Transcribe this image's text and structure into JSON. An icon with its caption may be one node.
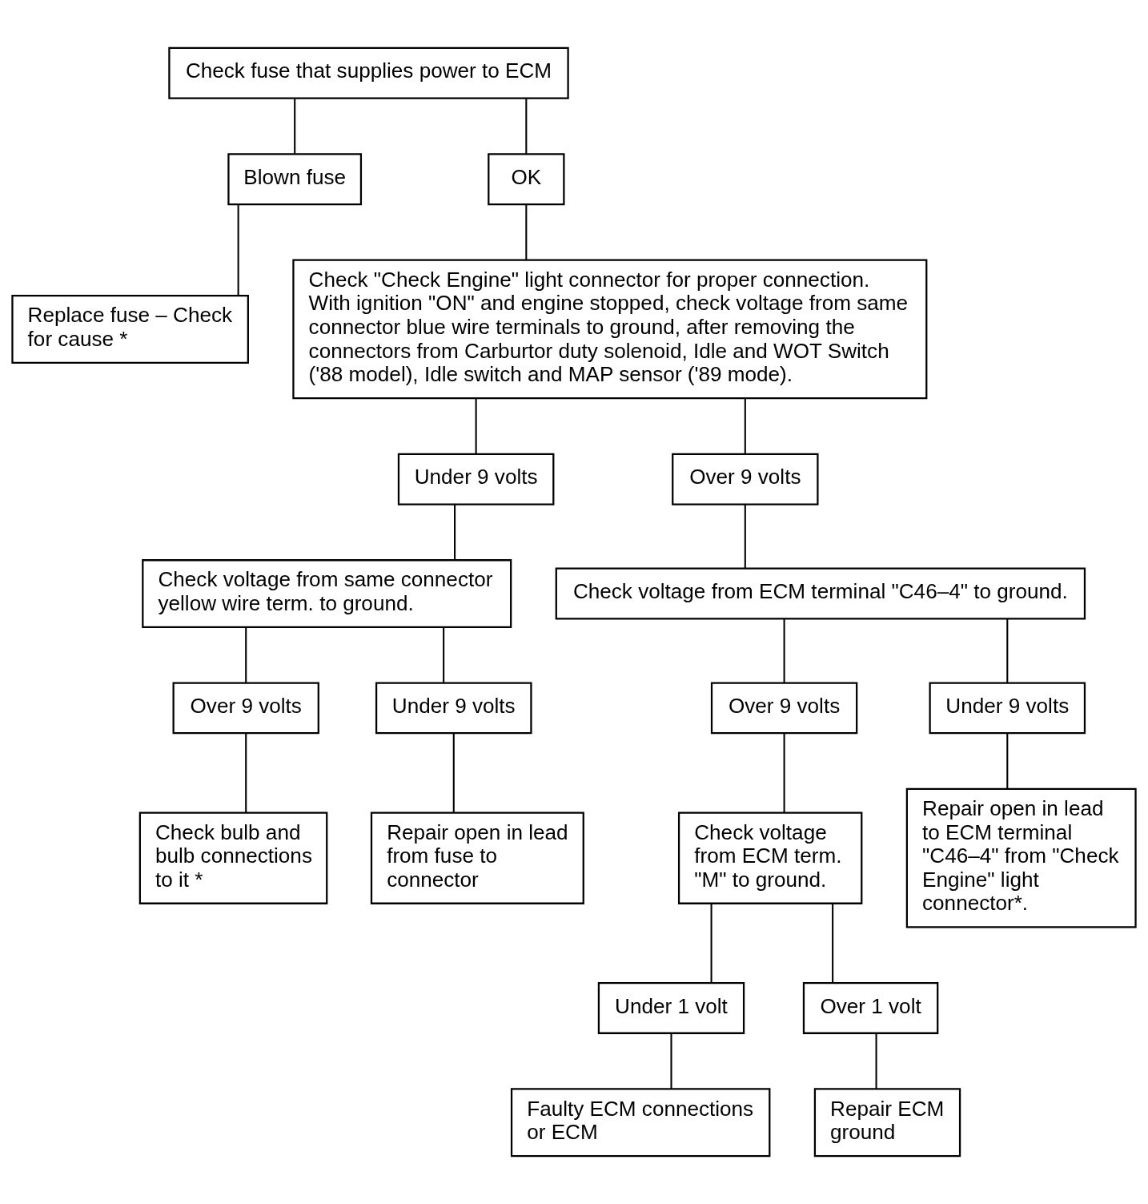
{
  "diagram": {
    "nodes": [
      {
        "text": [
          "Check fuse that supplies power to ECM"
        ]
      },
      {
        "text": [
          "Blown fuse"
        ]
      },
      {
        "text": [
          "OK"
        ]
      },
      {
        "text": [
          "Replace fuse – Check for cause *"
        ]
      },
      {
        "text": [
          "Check \"Check Engine\" light connector for proper connection. With ignition \"ON\" and engine stopped, check voltage from same connector blue wire terminals to ground, after removing the connectors from Carburtor duty solenoid, Idle and WOT Switch ('88 model), Idle switch and MAP sensor ('89 mode)."
        ]
      },
      {
        "text": [
          "Under 9 volts"
        ]
      },
      {
        "text": [
          "Over 9 volts"
        ]
      },
      {
        "text": [
          "Check voltage from same connector yellow wire term. to ground."
        ]
      },
      {
        "text": [
          "Check voltage from ECM terminal \"C46–4\" to ground."
        ]
      },
      {
        "text": [
          "Over 9 volts"
        ]
      },
      {
        "text": [
          "Under 9 volts"
        ]
      },
      {
        "text": [
          "Over 9 volts"
        ]
      },
      {
        "text": [
          "Under 9 volts"
        ]
      },
      {
        "text": [
          "Check bulb and bulb connections to it *"
        ]
      },
      {
        "text": [
          "Repair open in lead from fuse to connector"
        ]
      },
      {
        "text": [
          "Check voltage from ECM term. \"M\" to ground."
        ]
      },
      {
        "text": [
          "Repair open in lead to ECM terminal \"C46–4\" from \"Check Engine\" light connector*."
        ]
      },
      {
        "text": [
          "Under 1 volt"
        ]
      },
      {
        "text": [
          "Over 1 volt"
        ]
      },
      {
        "text": [
          "Faulty ECM connections or ECM"
        ]
      },
      {
        "text": [
          "Repair ECM ground"
        ]
      }
    ],
    "edges": [
      {
        "from": 0,
        "to": 1,
        "arrow": "none"
      },
      {
        "from": 0,
        "to": 2,
        "arrow": "none"
      },
      {
        "from": 1,
        "to": 3,
        "arrow": "none"
      },
      {
        "from": 2,
        "to": 4,
        "arrow": "none"
      },
      {
        "from": 4,
        "to": 5,
        "arrow": "none"
      },
      {
        "from": 4,
        "to": 6,
        "arrow": "none"
      },
      {
        "from": 5,
        "to": 7,
        "arrow": "none"
      },
      {
        "from": 6,
        "to": 8,
        "arrow": "none"
      },
      {
        "from": 7,
        "to": 9,
        "arrow": "none"
      },
      {
        "from": 7,
        "to": 10,
        "arrow": "none"
      },
      {
        "from": 8,
        "to": 11,
        "arrow": "none"
      },
      {
        "from": 8,
        "to": 12,
        "arrow": "none"
      },
      {
        "from": 9,
        "to": 13,
        "arrow": "none"
      },
      {
        "from": 10,
        "to": 14,
        "arrow": "none"
      },
      {
        "from": 11,
        "to": 15,
        "arrow": "none"
      },
      {
        "from": 12,
        "to": 16,
        "arrow": "none"
      },
      {
        "from": 15,
        "to": 17,
        "arrow": "none"
      },
      {
        "from": 15,
        "to": 18,
        "arrow": "none"
      },
      {
        "from": 17,
        "to": 19,
        "arrow": "none"
      },
      {
        "from": 18,
        "to": 20,
        "arrow": "none"
      }
    ]
  }
}
